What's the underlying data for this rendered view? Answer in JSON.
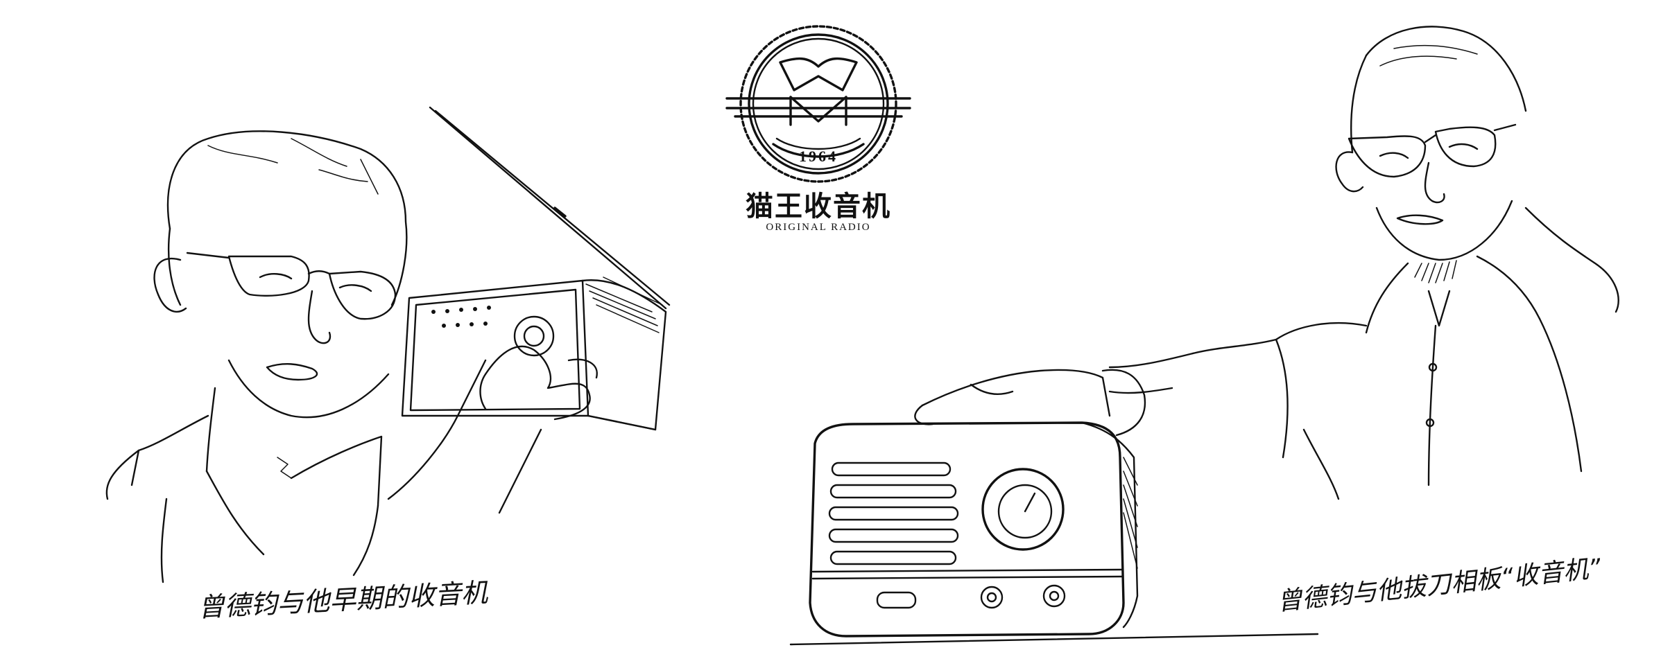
{
  "brand": {
    "name_cn": "猫王收音机",
    "name_en": "ORIGINAL RADIO",
    "logo_year": "1964"
  },
  "captions": {
    "left": "曾德钧与他早期的收音机",
    "right": "曾德钧与他拔刀相板“收音机”"
  },
  "colors": {
    "ink": "#111111",
    "paper": "#ffffff"
  }
}
